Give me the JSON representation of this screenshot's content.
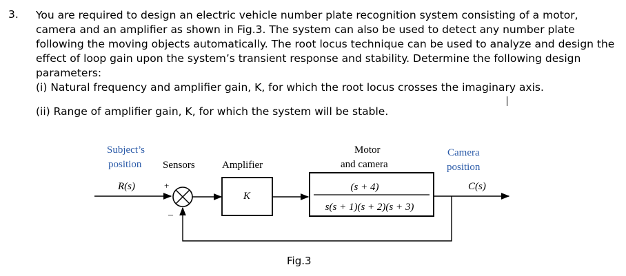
{
  "question": {
    "number": "3.",
    "intro": "You are required to design an electric vehicle number plate recognition system consisting of a motor, camera and an amplifier as shown in Fig.3. The system can also be used to detect any number plate following the moving objects automatically. The root locus technique can be used to analyze and design the effect of loop gain upon the system’s transient response and stability. Determine the following design parameters:",
    "part_i": "(i) Natural frequency and amplifier gain, K, for which the root locus crosses the imaginary axis.",
    "part_ii": "(ii) Range of amplifier gain, K, for which the system will be stable."
  },
  "figure": {
    "caption": "Fig.3",
    "labels": {
      "subject_line1": "Subject’s",
      "subject_line2": "position",
      "sensors": "Sensors",
      "amplifier": "Amplifier",
      "motor_line1": "Motor",
      "motor_line2": "and camera",
      "camera_line1": "Camera",
      "camera_line2": "position",
      "input": "R(s)",
      "output": "C(s)",
      "plus": "+",
      "minus": "–",
      "amp_gain": "K",
      "tf_numerator": "(s + 4)",
      "tf_denominator": "s(s + 1)(s + 2)(s + 3)"
    }
  }
}
